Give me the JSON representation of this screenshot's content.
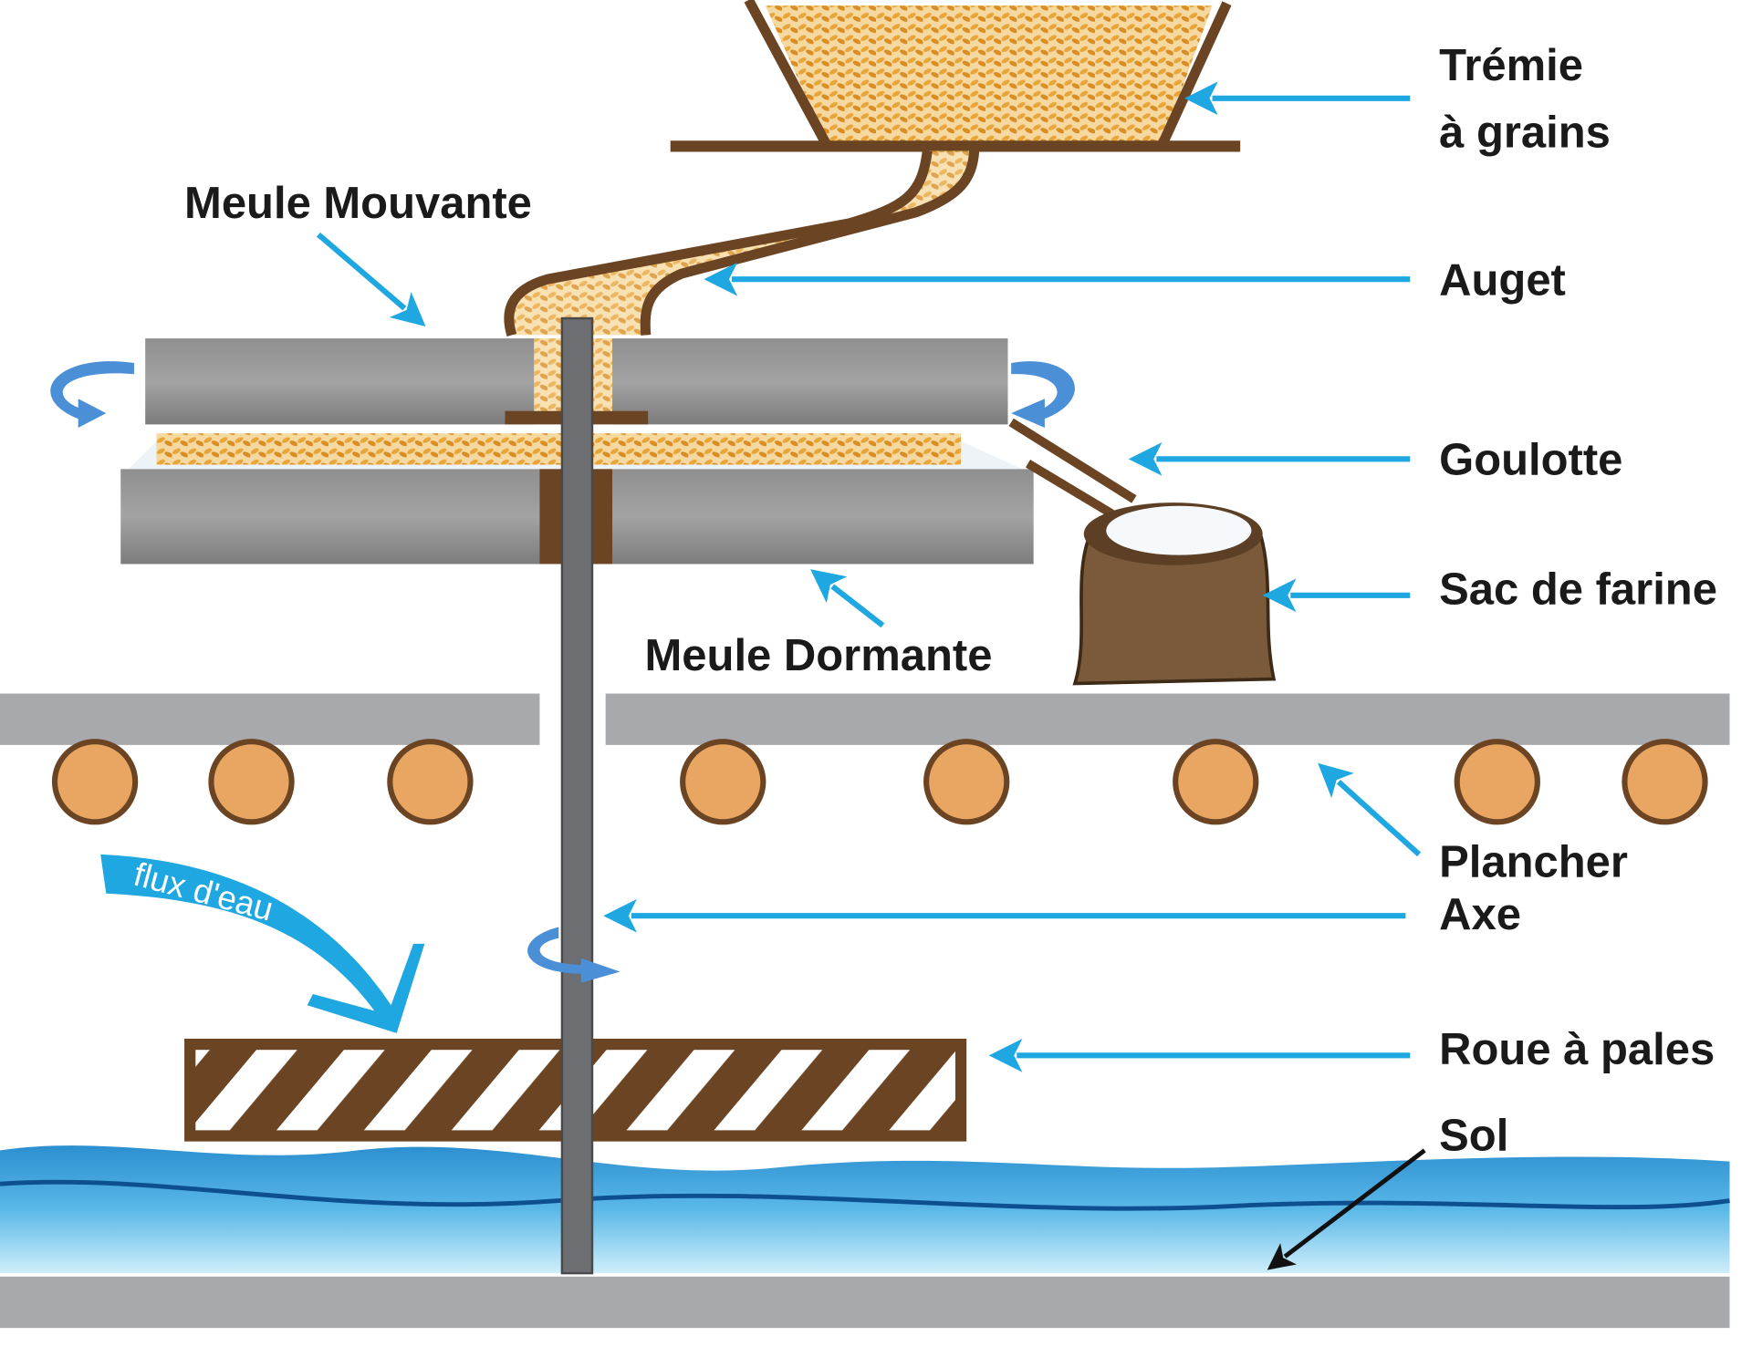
{
  "labels": {
    "tremie_line1": "Trémie",
    "tremie_line2": "à grains",
    "auget": "Auget",
    "goulotte": "Goulotte",
    "sac": "Sac de farine",
    "plancher": "Plancher",
    "axe": "Axe",
    "roue": "Roue à pales",
    "sol": "Sol",
    "meule_mouvante": "Meule Mouvante",
    "meule_dormante": "Meule Dormante",
    "flux": "flux d'eau"
  },
  "colors": {
    "arrow": "#1ea7e1",
    "wood": "#6b4423",
    "stone": "#8a8a8a",
    "floor": "#a7a9ac",
    "grain": "#e8a53a",
    "water": "#3aa3dc"
  }
}
